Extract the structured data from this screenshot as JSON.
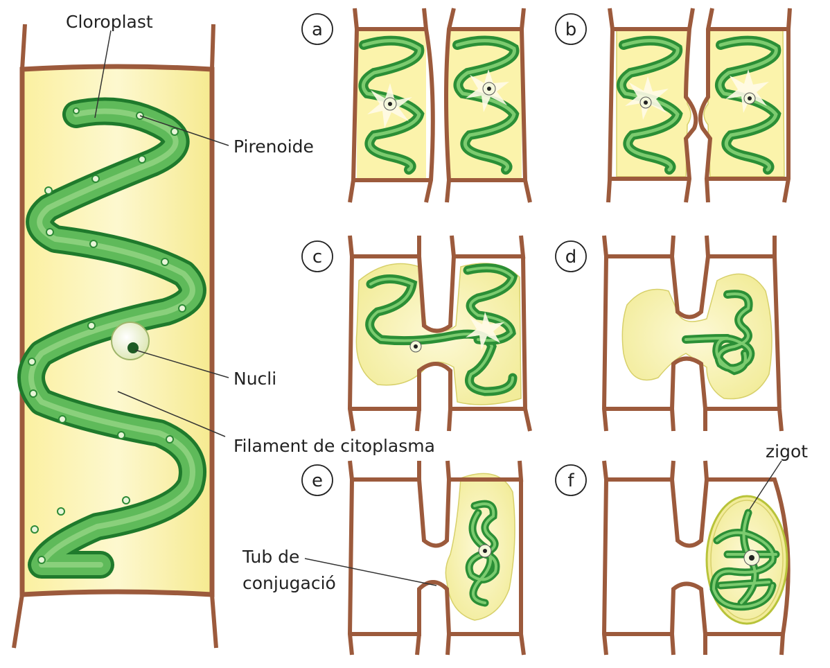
{
  "labels": {
    "chloroplast": "Cloroplast",
    "pyrenoid": "Pirenoide",
    "nucleus": "Nucli",
    "cytoplasm_filament": "Filament de citoplasma",
    "conjugation_tube_line1": "Tub de",
    "conjugation_tube_line2": "conjugació",
    "zygote": "zigot"
  },
  "stages": [
    "a",
    "b",
    "c",
    "d",
    "e",
    "f"
  ],
  "colors": {
    "cell_wall": "#9c5a3c",
    "cytoplasm": "#fbf3ab",
    "cytoplasm_edge": "#d7d06a",
    "chloroplast": "#3fa244",
    "chloroplast_dark": "#1f7a2c",
    "chloroplast_light": "#8fd37c",
    "nucleus": "#f4f7dc",
    "text": "#222222"
  }
}
